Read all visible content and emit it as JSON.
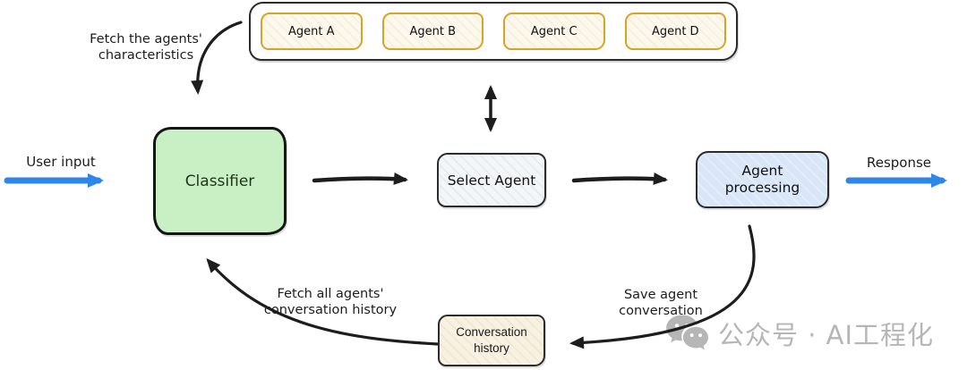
{
  "agents_panel": {
    "items": [
      {
        "label": "Agent A"
      },
      {
        "label": "Agent B"
      },
      {
        "label": "Agent C"
      },
      {
        "label": "Agent D"
      }
    ]
  },
  "nodes": {
    "classifier": {
      "label": "Classifier",
      "fill": "#c9efc4"
    },
    "select_agent": {
      "label": "Select Agent",
      "fill": "#f3f6f8"
    },
    "agent_processing": {
      "label": "Agent processing",
      "fill": "#d8e6f7"
    },
    "conversation_history": {
      "label": "Conversation history",
      "fill": "#f7f1e2"
    }
  },
  "labels": {
    "user_input": "User input",
    "response": "Response",
    "fetch_characteristics": "Fetch the agents' characteristics",
    "fetch_history": "Fetch all agents' conversation history",
    "save_conversation": "Save agent conversation"
  },
  "watermark": {
    "icon": "wechat-icon",
    "text": "公众号 · AI工程化",
    "color": "#b6b6b6"
  },
  "colors": {
    "flow_arrow": "#1d1d1d",
    "io_arrow": "#2e86e8",
    "agent_box_border": "#d9a326",
    "node_border": "#2b2b2b",
    "classifier_border": "#161616"
  }
}
